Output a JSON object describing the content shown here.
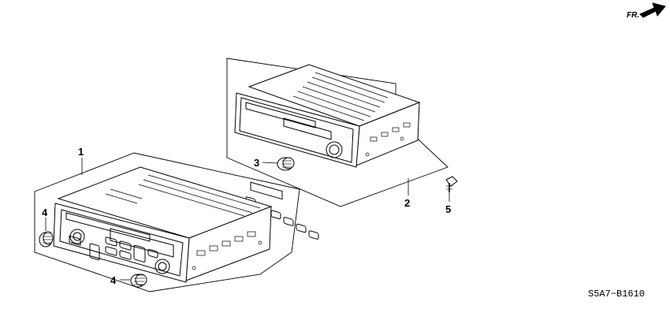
{
  "direction_indicator": {
    "label": "FR.",
    "icon": "front-arrow-icon"
  },
  "callouts": {
    "one": "1",
    "two": "2",
    "three": "3",
    "four_left": "4",
    "four_bottom": "4",
    "five": "5"
  },
  "diagram_code": "S5A7−B1610",
  "line_color": "#000000"
}
